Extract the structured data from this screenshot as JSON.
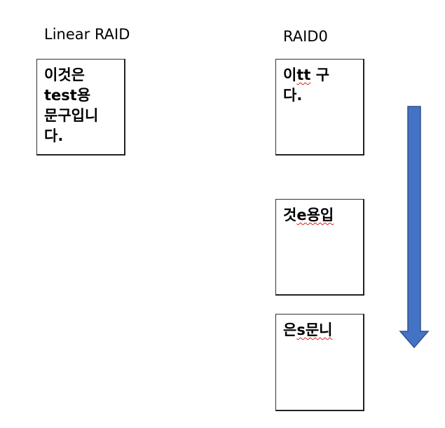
{
  "headings": {
    "linear": "Linear RAID",
    "raid0": "RAID0"
  },
  "linear_box": {
    "text": "이것은\ntest용\n문구입니\n다."
  },
  "raid0_boxes": [
    {
      "prefix": "이",
      "squiggle": "tt",
      "suffix": " 구\n다."
    },
    {
      "prefix": "것",
      "squiggle": "e용입",
      "suffix": ""
    },
    {
      "prefix": "은",
      "squiggle": "s문니",
      "suffix": ""
    }
  ],
  "colors": {
    "arrow_fill": "#4472c4",
    "arrow_stroke": "#2f528f",
    "spellcheck_underline": "#d62020"
  },
  "icons": {
    "arrow": "down-arrow-icon"
  }
}
